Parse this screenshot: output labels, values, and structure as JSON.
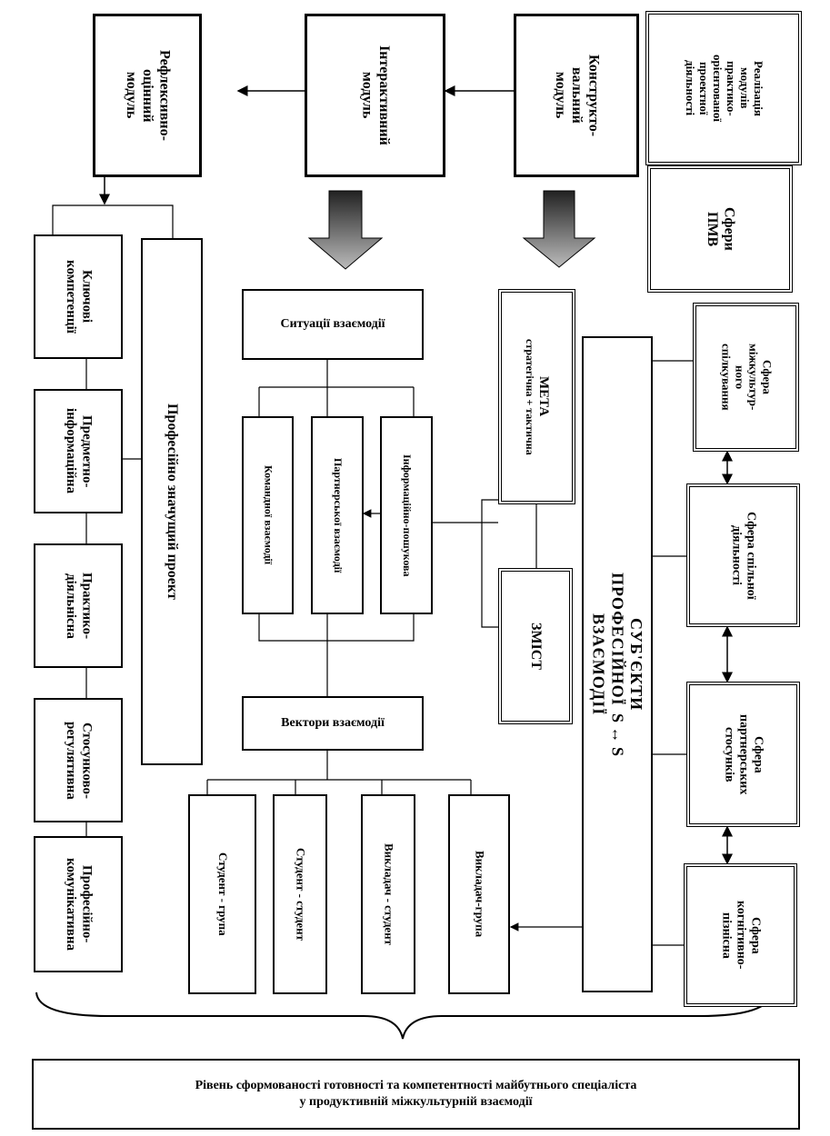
{
  "top": {
    "reflexive": "Рефлексивно-\nоцінний\nмодуль",
    "interactive": "Інтерактивний\nмодуль",
    "constructive": "Конструкто-\nвальний\nмодуль",
    "realization": "Реалізація\nмодулів\nпрактико-\nорієнтованої\nпроектної\nдіяльності",
    "sphere_pmv": "Сфери\nПМВ"
  },
  "left_column": {
    "key": "Ключові\nкомпетенції",
    "subject": "Предметно-\nінформаційна",
    "practical": "Практико-\nдіяльнісна",
    "regulatory": "Стосунково-\nрегулятивна",
    "communicative": "Професійно-\nкомунікативна",
    "project": "Професійно значущий проект"
  },
  "middle": {
    "situations": "Ситуації взаємодії",
    "team": "Командної взаємодії",
    "partner": "Партнерської взаємодії",
    "info": "Інформаційно-пошукова",
    "vectors": "Вектори взаємодії",
    "v1": "Студент - група",
    "v2": "Студент - студент",
    "v3": "Викладач - студент",
    "v4": "Викладач-група"
  },
  "goal": {
    "meta": "МЕТА",
    "meta_sub": "стратегічна + тактична",
    "content": "ЗМІСТ"
  },
  "subjects": {
    "word1": "СУБ'ЄКТИ",
    "word2": "ПРОФЕСІЙНОЇ",
    "formula": "S ↔ S",
    "word3": "ВЗАЄМОДІЇ"
  },
  "spheres": {
    "intercultural": "Сфера\nміжкультур-\nного\nспілкування",
    "joint": "Сфера спільної\nдіяльності",
    "partner": "Сфера\nпартнерських\nстосунків",
    "cognitive": "Сфера\nкогнітивно-\nпізнісна"
  },
  "bottom": {
    "level": "Рівень сформованості готовності та  компетентності майбутнього спеціаліста\nу продуктивній міжкультурній взаємодії"
  }
}
